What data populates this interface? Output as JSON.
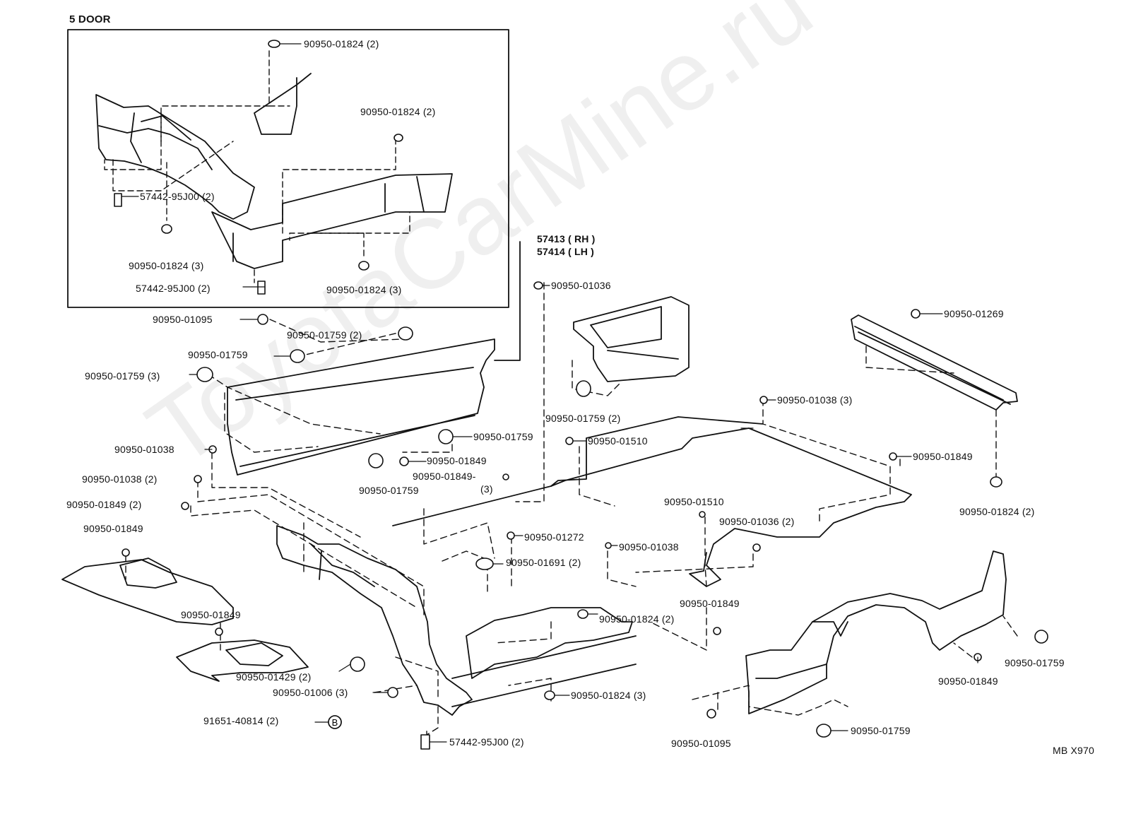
{
  "inset": {
    "title": "5 DOOR"
  },
  "watermark": "ToyotaCarMine.ru",
  "diagram_code": "MB X970",
  "side_labels": {
    "rh": "57413 ( RH )",
    "lh": "57414 ( LH )"
  },
  "b_marker": "B",
  "parts": {
    "i1": "90950-01824 (2)",
    "i2": "90950-01824 (2)",
    "i3": "57442-95J00 (2)",
    "i4": "90950-01824 (3)",
    "i5": "57442-95J00 (2)",
    "i6": "90950-01824 (3)",
    "p1": "90950-01036",
    "p2": "90950-01095",
    "p3": "90950-01759 (2)",
    "p4": "90950-01759",
    "p5": "90950-01759 (3)",
    "p6": "90950-01269",
    "p7": "90950-01759 (2)",
    "p8": "90950-01038 (3)",
    "p9": "90950-01510",
    "p10": "90950-01759",
    "p11": "90950-01849",
    "p12": "90950-01038",
    "p13": "90950-01849",
    "p14": "90950-01038 (2)",
    "p15": "90950-01849-",
    "p16": "(3)",
    "p17": "90950-01759",
    "p18": "90950-01849 (2)",
    "p19": "90950-01824 (2)",
    "p20": "90950-01510",
    "p21": "90950-01036 (2)",
    "p22": "90950-01849",
    "p23": "90950-01272",
    "p24": "90950-01038",
    "p25": "90950-01691 (2)",
    "p26": "90950-01849",
    "p27": "90950-01824 (2)",
    "p28": "90950-01849",
    "p29": "90950-01759",
    "p30": "90950-01849",
    "p31": "90950-01429 (2)",
    "p32": "90950-01006 (3)",
    "p33": "90950-01824 (3)",
    "p34": "91651-40814 (2)",
    "p35": "57442-95J00 (2)",
    "p36": "90950-01095",
    "p37": "90950-01759"
  }
}
